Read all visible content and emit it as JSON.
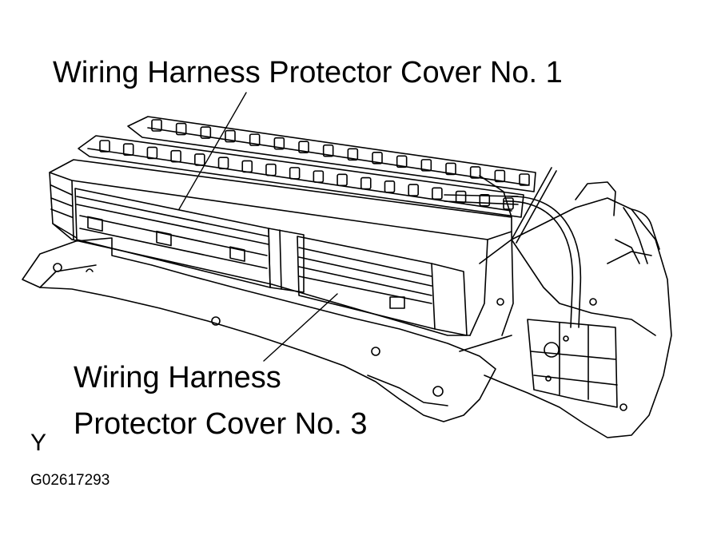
{
  "callouts": {
    "cover_no1": "Wiring Harness Protector Cover No. 1",
    "cover_no3_line1": "Wiring Harness",
    "cover_no3_line2": "Protector Cover No. 3"
  },
  "view_marker": "Y",
  "figure_id": "G02617293"
}
